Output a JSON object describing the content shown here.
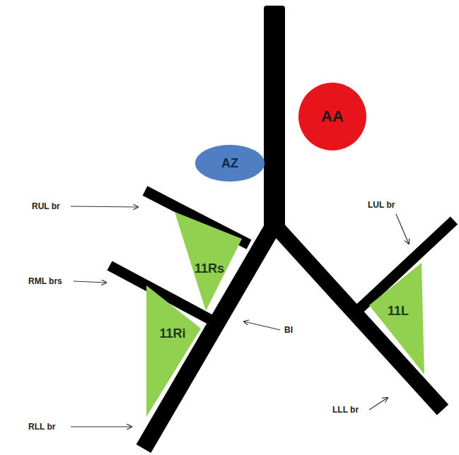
{
  "diagram": {
    "nodes": [
      {
        "text": [
          "AA"
        ]
      },
      {
        "text": [
          "AZ"
        ]
      },
      {
        "text": [
          "11Rs"
        ]
      },
      {
        "text": [
          "11L"
        ]
      },
      {
        "text": [
          "11Ri"
        ]
      }
    ],
    "labels": [
      "RUL br",
      "RML brs",
      "LUL br",
      "BI",
      "LLL br",
      "RLL br"
    ]
  }
}
